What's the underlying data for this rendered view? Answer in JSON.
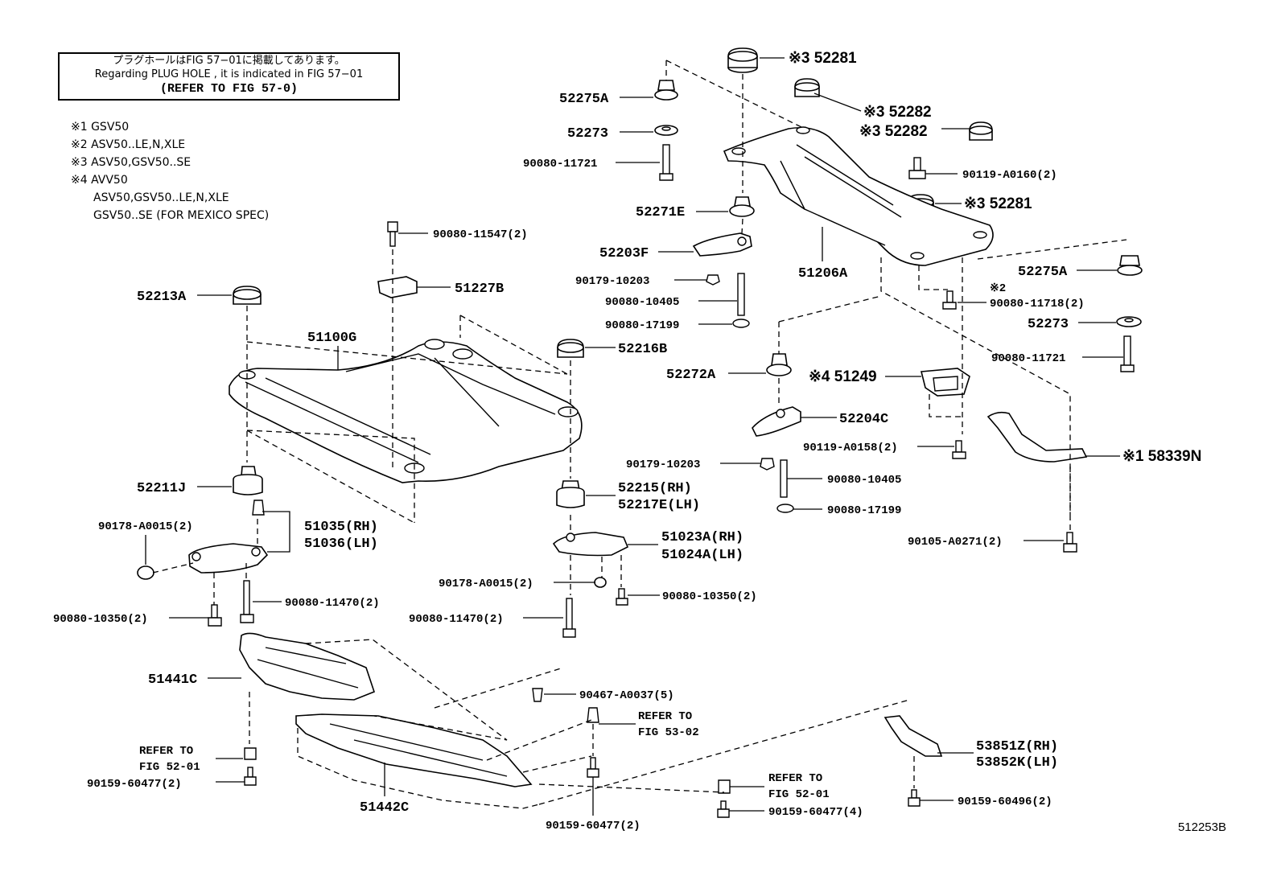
{
  "note": {
    "line_jp": "プラグホールはFIG 57−01に掲載してあります。",
    "line_en": "Regarding  PLUG  HOLE , it is indicated in FIG  57−01",
    "refer": "(REFER TO FIG 57-0)"
  },
  "legend": [
    "※1 GSV50",
    "※2 ASV50..LE,N,XLE",
    "※3 ASV50,GSV50..SE",
    "※4 AVV50",
    "ASV50,GSV50..LE,N,XLE",
    "GSV50..SE (FOR MEXICO SPEC)"
  ],
  "figure_code": "512253B",
  "labels": {
    "p52281a": "※3 52281",
    "p52282a": "※3 52282",
    "p52282b": "※3 52282",
    "p90119_0160": "90119-A0160(2)",
    "p52281b": "※3 52281",
    "p52275A_l": "52275A",
    "p52273_l": "52273",
    "p90080_11721_l": "90080-11721",
    "p52271E": "52271E",
    "p52203F": "52203F",
    "p90179_10203_a": "90179-10203",
    "p90080_10405_a": "90080-10405",
    "p90080_17199_a": "90080-17199",
    "p51206A": "51206A",
    "p52275A_r": "52275A",
    "p2note": "※2",
    "p90080_11718": "90080-11718(2)",
    "p52273_r": "52273",
    "p90080_11721_r": "90080-11721",
    "p90080_11547": "90080-11547(2)",
    "p51227B": "51227B",
    "p52213A": "52213A",
    "p51100G": "51100G",
    "p52216B": "52216B",
    "p52272A": "52272A",
    "p51249": "※4 51249",
    "p52204C": "52204C",
    "p90119_0158": "90119-A0158(2)",
    "p90179_10203_b": "90179-10203",
    "p90080_10405_b": "90080-10405",
    "p90080_17199_b": "90080-17199",
    "p58339N": "※1 58339N",
    "p52211J": "52211J",
    "p52215": "52215(RH)",
    "p52217E": "52217E(LH)",
    "p90178_l": "90178-A0015(2)",
    "p51035": "51035(RH)",
    "p51036": "51036(LH)",
    "p51023A": "51023A(RH)",
    "p51024A": "51024A(LH)",
    "p90105": "90105-A0271(2)",
    "p90178_r": "90178-A0015(2)",
    "p90080_10350_r": "90080-10350(2)",
    "p90080_11470_l": "90080-11470(2)",
    "p90080_10350_l": "90080-10350(2)",
    "p90080_11470_r": "90080-11470(2)",
    "p51441C": "51441C",
    "p90467": "90467-A0037(5)",
    "p_refer53": "REFER TO",
    "p_fig53": "FIG 53-02",
    "p_refer52a": "REFER TO",
    "p_fig52a": "FIG 52-01",
    "p90159_60477_l": "90159-60477(2)",
    "p53851Z": "53851Z(RH)",
    "p53852K": "53852K(LH)",
    "p51442C": "51442C",
    "p_refer52b": "REFER TO",
    "p_fig52b": "FIG 52-01",
    "p90159_60477_4": "90159-60477(4)",
    "p90159_60496": "90159-60496(2)",
    "p90159_60477_c": "90159-60477(2)"
  }
}
